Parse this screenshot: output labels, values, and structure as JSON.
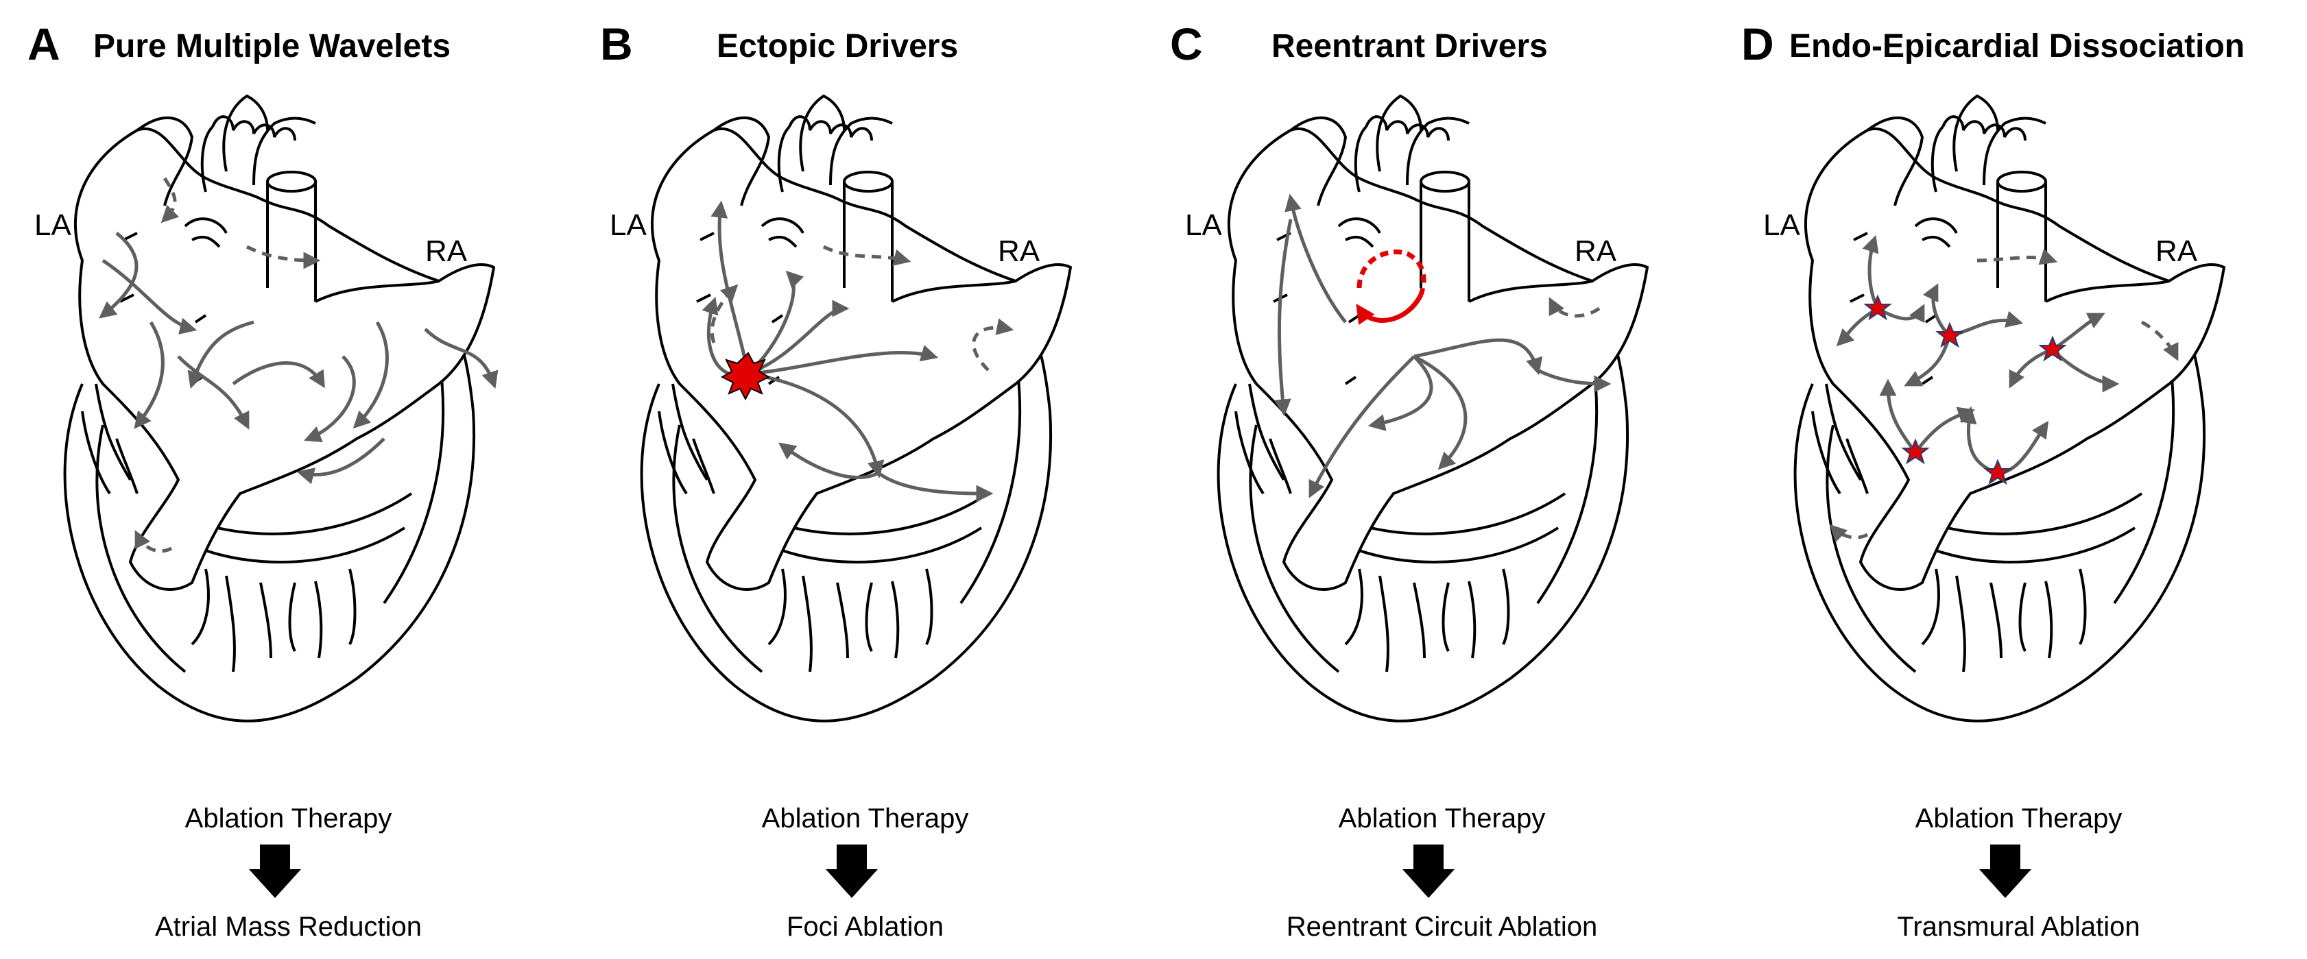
{
  "colors": {
    "outline": "#000000",
    "wavelet": "#5f5f5f",
    "driver": "#e00000"
  },
  "icons": {
    "therapy_arrow": "down-arrow-icon",
    "ectopic_focus": "star-burst-icon",
    "rotor": "star-icon"
  },
  "panels": [
    {
      "letter": "A",
      "title": "Pure Multiple Wavelets",
      "la": "LA",
      "ra": "RA",
      "therapy": "Ablation Therapy",
      "result": "Atrial Mass Reduction"
    },
    {
      "letter": "B",
      "title": "Ectopic Drivers",
      "la": "LA",
      "ra": "RA",
      "therapy": "Ablation Therapy",
      "result": "Foci Ablation"
    },
    {
      "letter": "C",
      "title": "Reentrant Drivers",
      "la": "LA",
      "ra": "RA",
      "therapy": "Ablation Therapy",
      "result": "Reentrant Circuit Ablation"
    },
    {
      "letter": "D",
      "title": "Endo-Epicardial Dissociation",
      "la": "LA",
      "ra": "RA",
      "therapy": "Ablation Therapy",
      "result": "Transmural Ablation"
    }
  ]
}
